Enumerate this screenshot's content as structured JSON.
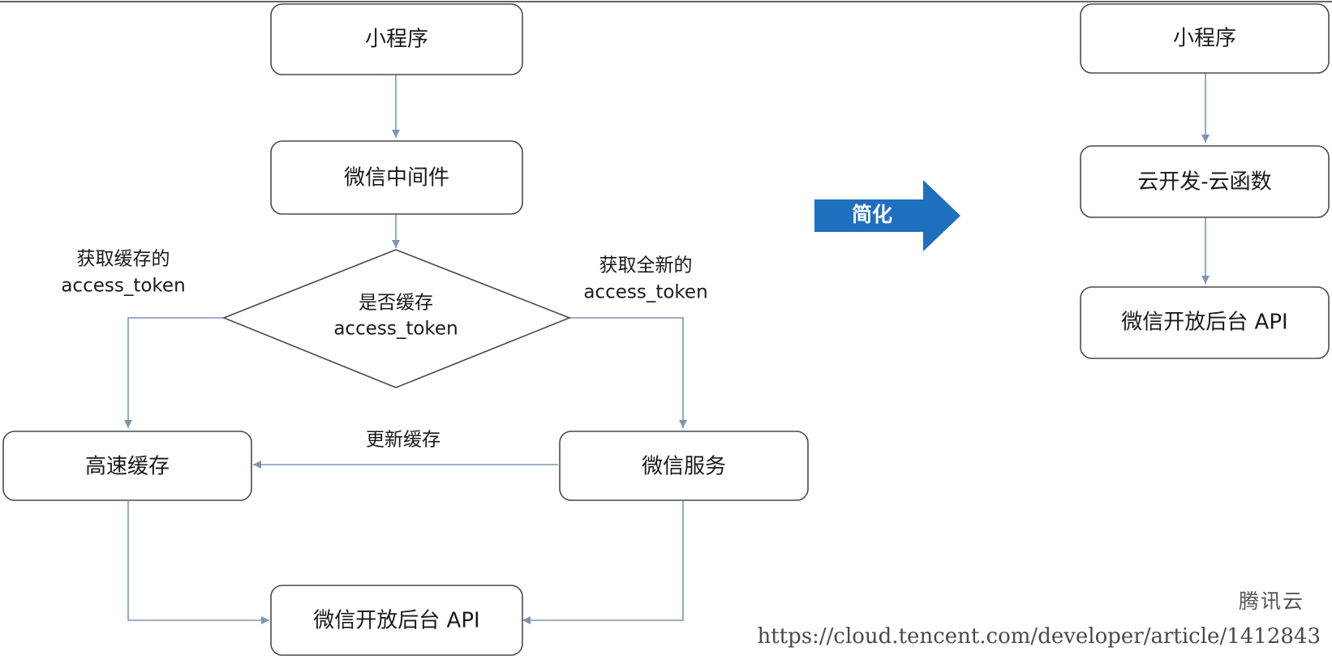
{
  "left_flow": {
    "miniprogram": "小程序",
    "middleware": "微信中间件",
    "decision": [
      "是否缓存",
      "access_token"
    ],
    "cache": "高速缓存",
    "wechat_service": "微信服务",
    "open_api": "微信开放后台 API",
    "label_get_cached": [
      "获取缓存的",
      "access_token"
    ],
    "label_get_new": [
      "获取全新的",
      "access_token"
    ],
    "label_update_cache": "更新缓存"
  },
  "simplify_arrow": {
    "label": "简化",
    "color": "#1f6fbf"
  },
  "right_flow": {
    "miniprogram": "小程序",
    "cloud_function": "云开发-云函数",
    "open_api": "微信开放后台 API"
  },
  "watermark": {
    "brand": "腾讯云",
    "url": "https://cloud.tencent.com/developer/article/1412843"
  }
}
